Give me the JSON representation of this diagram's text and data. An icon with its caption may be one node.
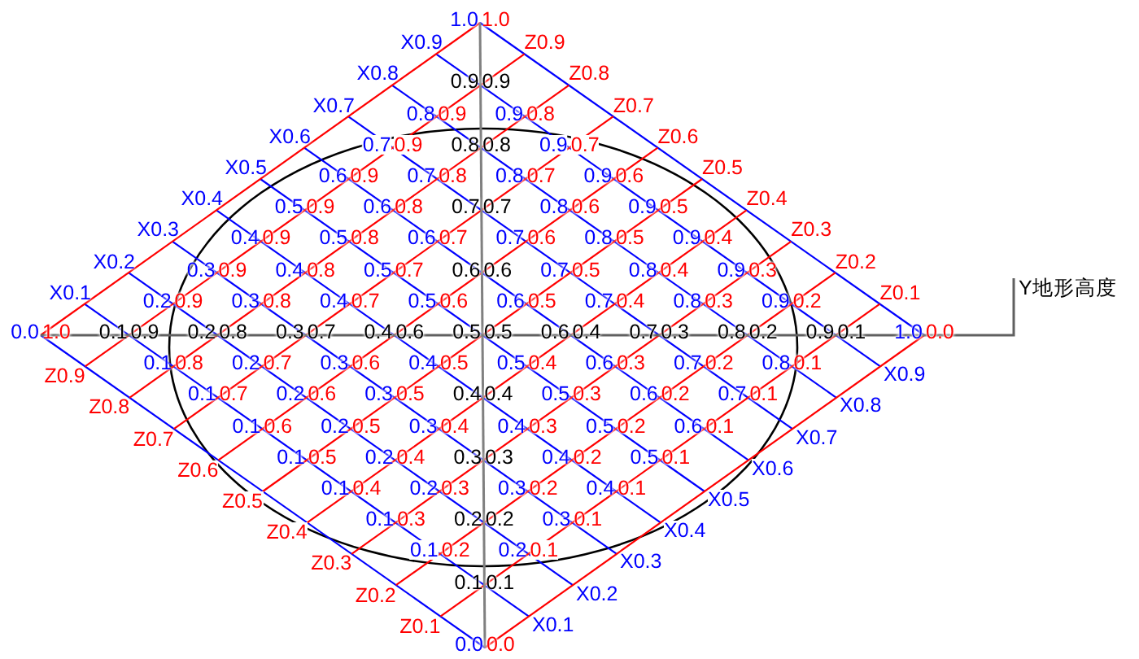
{
  "diagram": {
    "labels": [
      "1.0",
      "1.0",
      "X0.9",
      "Z0.9",
      "X0.8",
      "0.9",
      "0.9",
      "Z0.8",
      "X0.7",
      "0.8",
      "0.9",
      "0.9",
      "0.8",
      "Z0.7",
      "X0.6",
      "0.7",
      "0.9",
      "0.8",
      "0.8",
      "0.9",
      "0.7",
      "Z0.6",
      "X0.5",
      "0.6",
      "0.9",
      "0.7",
      "0.8",
      "0.8",
      "0.7",
      "0.9",
      "0.6",
      "Z0.5",
      "X0.4",
      "0.5",
      "0.9",
      "0.6",
      "0.8",
      "0.7",
      "0.7",
      "0.8",
      "0.6",
      "0.9",
      "0.5",
      "Z0.4",
      "X0.3",
      "0.4",
      "0.9",
      "0.5",
      "0.8",
      "0.6",
      "0.7",
      "0.7",
      "0.6",
      "0.8",
      "0.5",
      "0.9",
      "0.4",
      "Z0.3",
      "X0.2",
      "0.3",
      "0.9",
      "0.4",
      "0.8",
      "0.5",
      "0.7",
      "0.6",
      "0.6",
      "0.7",
      "0.5",
      "0.8",
      "0.4",
      "0.9",
      "0.3",
      "Z0.2",
      "X0.1",
      "0.2",
      "0.9",
      "0.3",
      "0.8",
      "0.4",
      "0.7",
      "0.5",
      "0.6",
      "0.6",
      "0.5",
      "0.7",
      "0.4",
      "0.8",
      "0.3",
      "0.9",
      "0.2",
      "Z0.1",
      "Y地形高度",
      "0.0",
      "1.0",
      "0.1",
      "0.9",
      "0.2",
      "0.8",
      "0.3",
      "0.7",
      "0.4",
      "0.6",
      "0.5",
      "0.5",
      "0.6",
      "0.4",
      "0.7",
      "0.3",
      "0.8",
      "0.2",
      "0.9",
      "0.1",
      "1.0",
      "0.0",
      "Z0.9",
      "0.1",
      "0.8",
      "0.2",
      "0.7",
      "0.3",
      "0.6",
      "0.4",
      "0.5",
      "0.5",
      "0.4",
      "0.6",
      "0.3",
      "0.7",
      "0.2",
      "0.8",
      "0.1",
      "X0.9",
      "Z0.8",
      "0.1",
      "0.7",
      "0.2",
      "0.6",
      "0.3",
      "0.5",
      "0.4",
      "0.4",
      "0.5",
      "0.3",
      "0.6",
      "0.2",
      "0.7",
      "0.1",
      "X0.8",
      "Z0.7",
      "0.1",
      "0.6",
      "0.2",
      "0.5",
      "0.3",
      "0.4",
      "0.4",
      "0.3",
      "0.5",
      "0.2",
      "0.6",
      "0.1",
      "X0.7",
      "Z0.6",
      "0.1",
      "0.5",
      "0.2",
      "0.4",
      "0.3",
      "0.3",
      "0.4",
      "0.2",
      "0.5",
      "0.1",
      "X0.6",
      "Z0.5",
      "0.1",
      "0.4",
      "0.2",
      "0.3",
      "0.3",
      "0.2",
      "0.4",
      "0.1",
      "X0.5",
      "Z0.4",
      "0.1",
      "0.3",
      "0.2",
      "0.2",
      "0.3",
      "0.1",
      "X0.4",
      "Z0.3",
      "0.1",
      "0.2",
      "0.2",
      "0.1",
      "X0.3",
      "Z0.2",
      "0.1",
      "0.1",
      "X0.2",
      "Z0.1",
      "X0.1",
      "0.0",
      "0.0"
    ]
  }
}
